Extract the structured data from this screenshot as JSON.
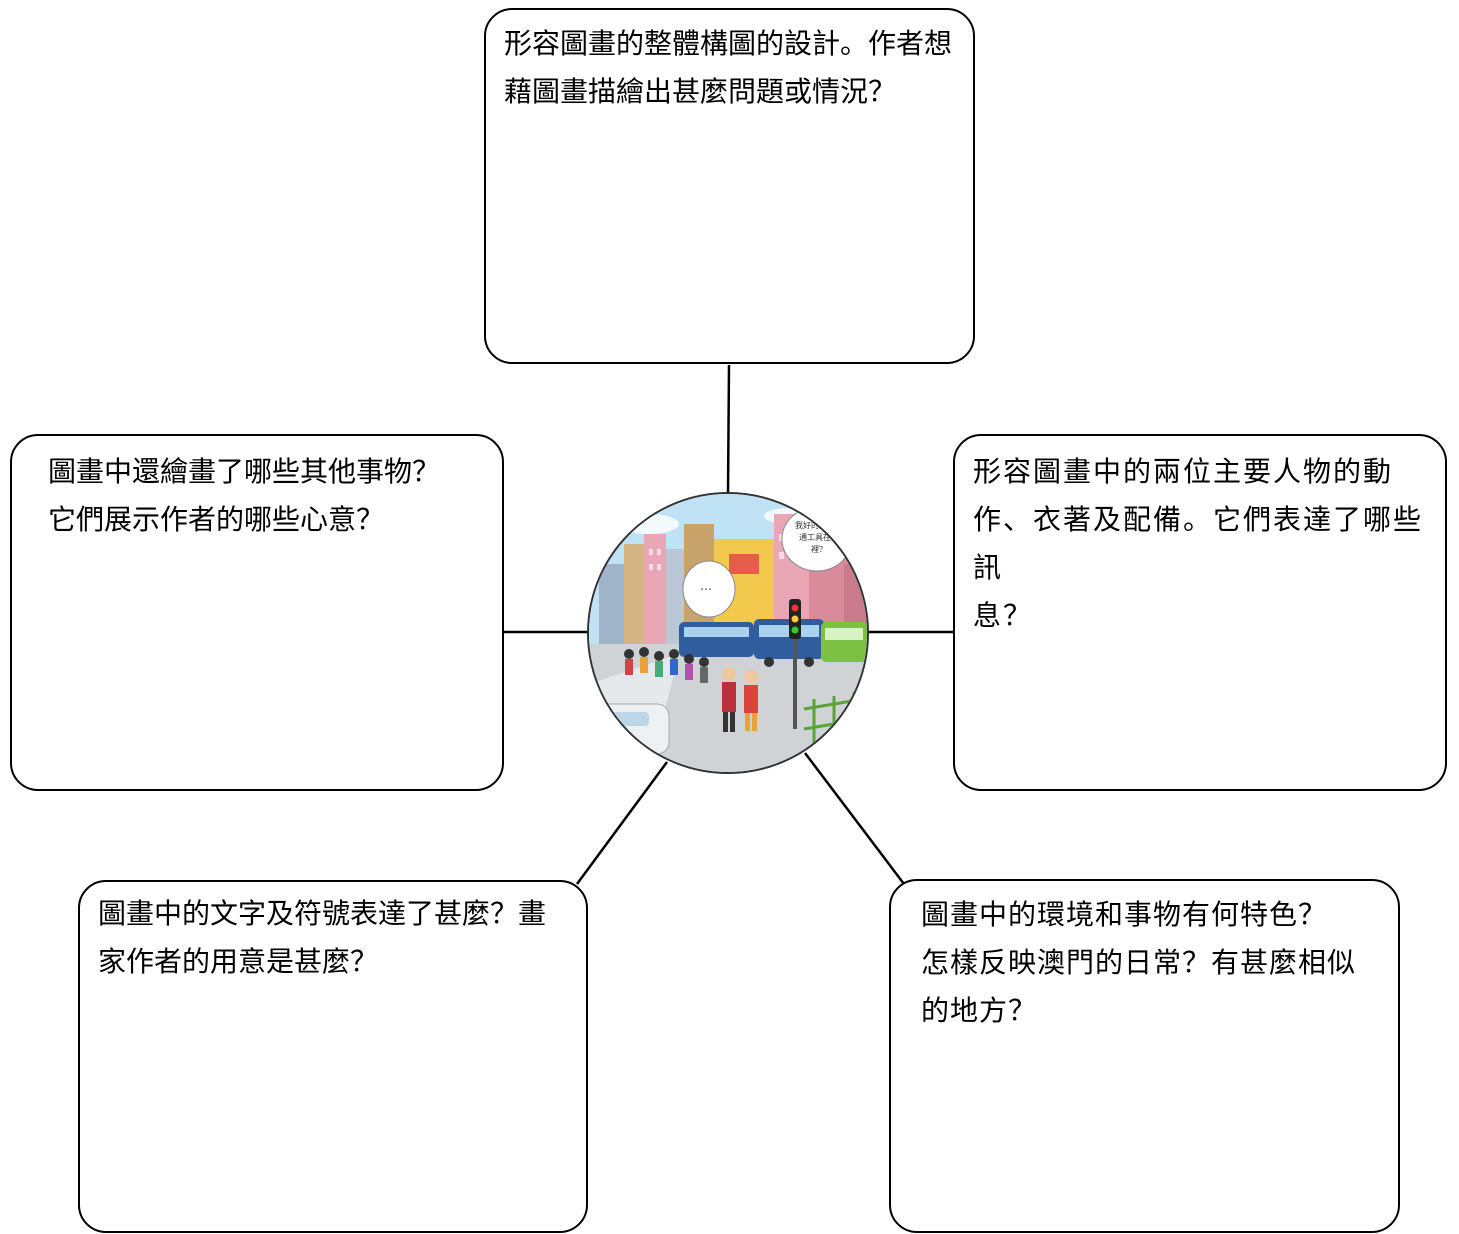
{
  "center_picture": {
    "icon": "street-scene-illustration",
    "speech_bubble_left": "…",
    "speech_bubble_right": "我好的大型交通工具在哪裡？"
  },
  "prompts": {
    "top": [
      "形容圖畫的整體構圖的設計。作者想",
      "藉圖畫描繪出甚麼問題或情況？"
    ],
    "left": [
      "圖畫中還繪畫了哪些其他事物？",
      "它們展示作者的哪些心意？"
    ],
    "right": [
      "形容圖畫中的兩位主要人物的動",
      "作、衣著及配備。它們表達了哪些訊",
      "息？"
    ],
    "bottom_left": [
      "圖畫中的文字及符號表達了甚麼？畫",
      "家作者的用意是甚麼？"
    ],
    "bottom_right": [
      "圖畫中的環境和事物有何特色？",
      "怎樣反映澳門的日常？有甚麼相似",
      "的地方？"
    ]
  },
  "colors": {
    "sky": "#bfe3f5",
    "bus_blue": "#2f5d9e",
    "bus_green": "#7cc142",
    "road": "#cfd3d6",
    "building_yellow": "#f2c94c",
    "building_pink": "#e9a7b5"
  }
}
